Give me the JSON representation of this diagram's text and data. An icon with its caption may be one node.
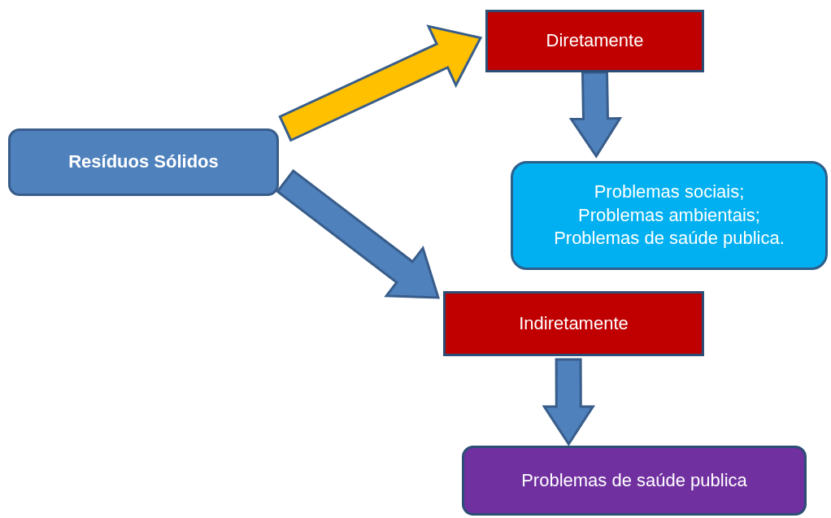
{
  "diagram": {
    "nodes": [
      {
        "text": [
          "Resíduos Sólidos"
        ]
      },
      {
        "text": [
          "Diretamente"
        ]
      },
      {
        "text": [
          "Problemas sociais;",
          "Problemas ambientais;",
          "Problemas de saúde publica."
        ]
      },
      {
        "text": [
          "Indiretamente"
        ]
      },
      {
        "text": [
          "Problemas de saúde publica"
        ]
      }
    ],
    "edges": [
      {
        "from": 0,
        "to": 1,
        "arrow": "to",
        "color": "#ffc000"
      },
      {
        "from": 1,
        "to": 2,
        "arrow": "to"
      },
      {
        "from": 0,
        "to": 3,
        "arrow": "to"
      },
      {
        "from": 3,
        "to": 4,
        "arrow": "to"
      }
    ]
  }
}
